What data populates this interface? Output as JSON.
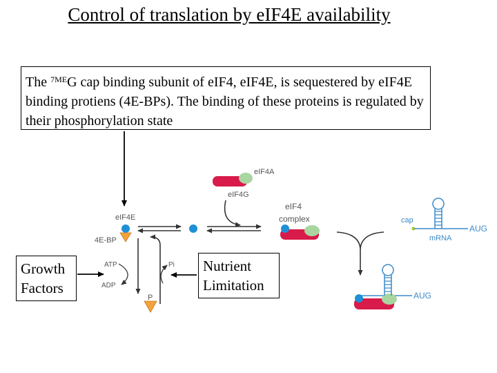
{
  "title": "Control of translation by eIF4E availability",
  "description": {
    "prefix": "The ",
    "superscript": "7ME",
    "suffix": "G cap binding subunit of eIF4, eIF4E, is sequestered by eIF4E binding protiens (4E-BPs).  The binding of these proteins is regulated by their phosphorylation state"
  },
  "growth_factors": "Growth Factors",
  "nutrient_limitation": "Nutrient Limitation",
  "diagram": {
    "eif4e": "eIF4E",
    "bp": "4E-BP",
    "eif4a": "eIF4A",
    "eif4g": "eIF4G",
    "complex_line1": "eIF4",
    "complex_line2": "complex",
    "atp": "ATP",
    "adp": "ADP",
    "pi": "Pi",
    "p": "P",
    "cap": "cap",
    "mrna": "mRNA",
    "aug1": "AUG",
    "aug2": "AUG"
  },
  "colors": {
    "eif4e_blue": "#1f8fd6",
    "eif4g_red": "#d81b4a",
    "eif4a_green": "#a8d5a0",
    "bp_orange": "#f5a23c",
    "mrna_blue": "#3b89c9"
  }
}
